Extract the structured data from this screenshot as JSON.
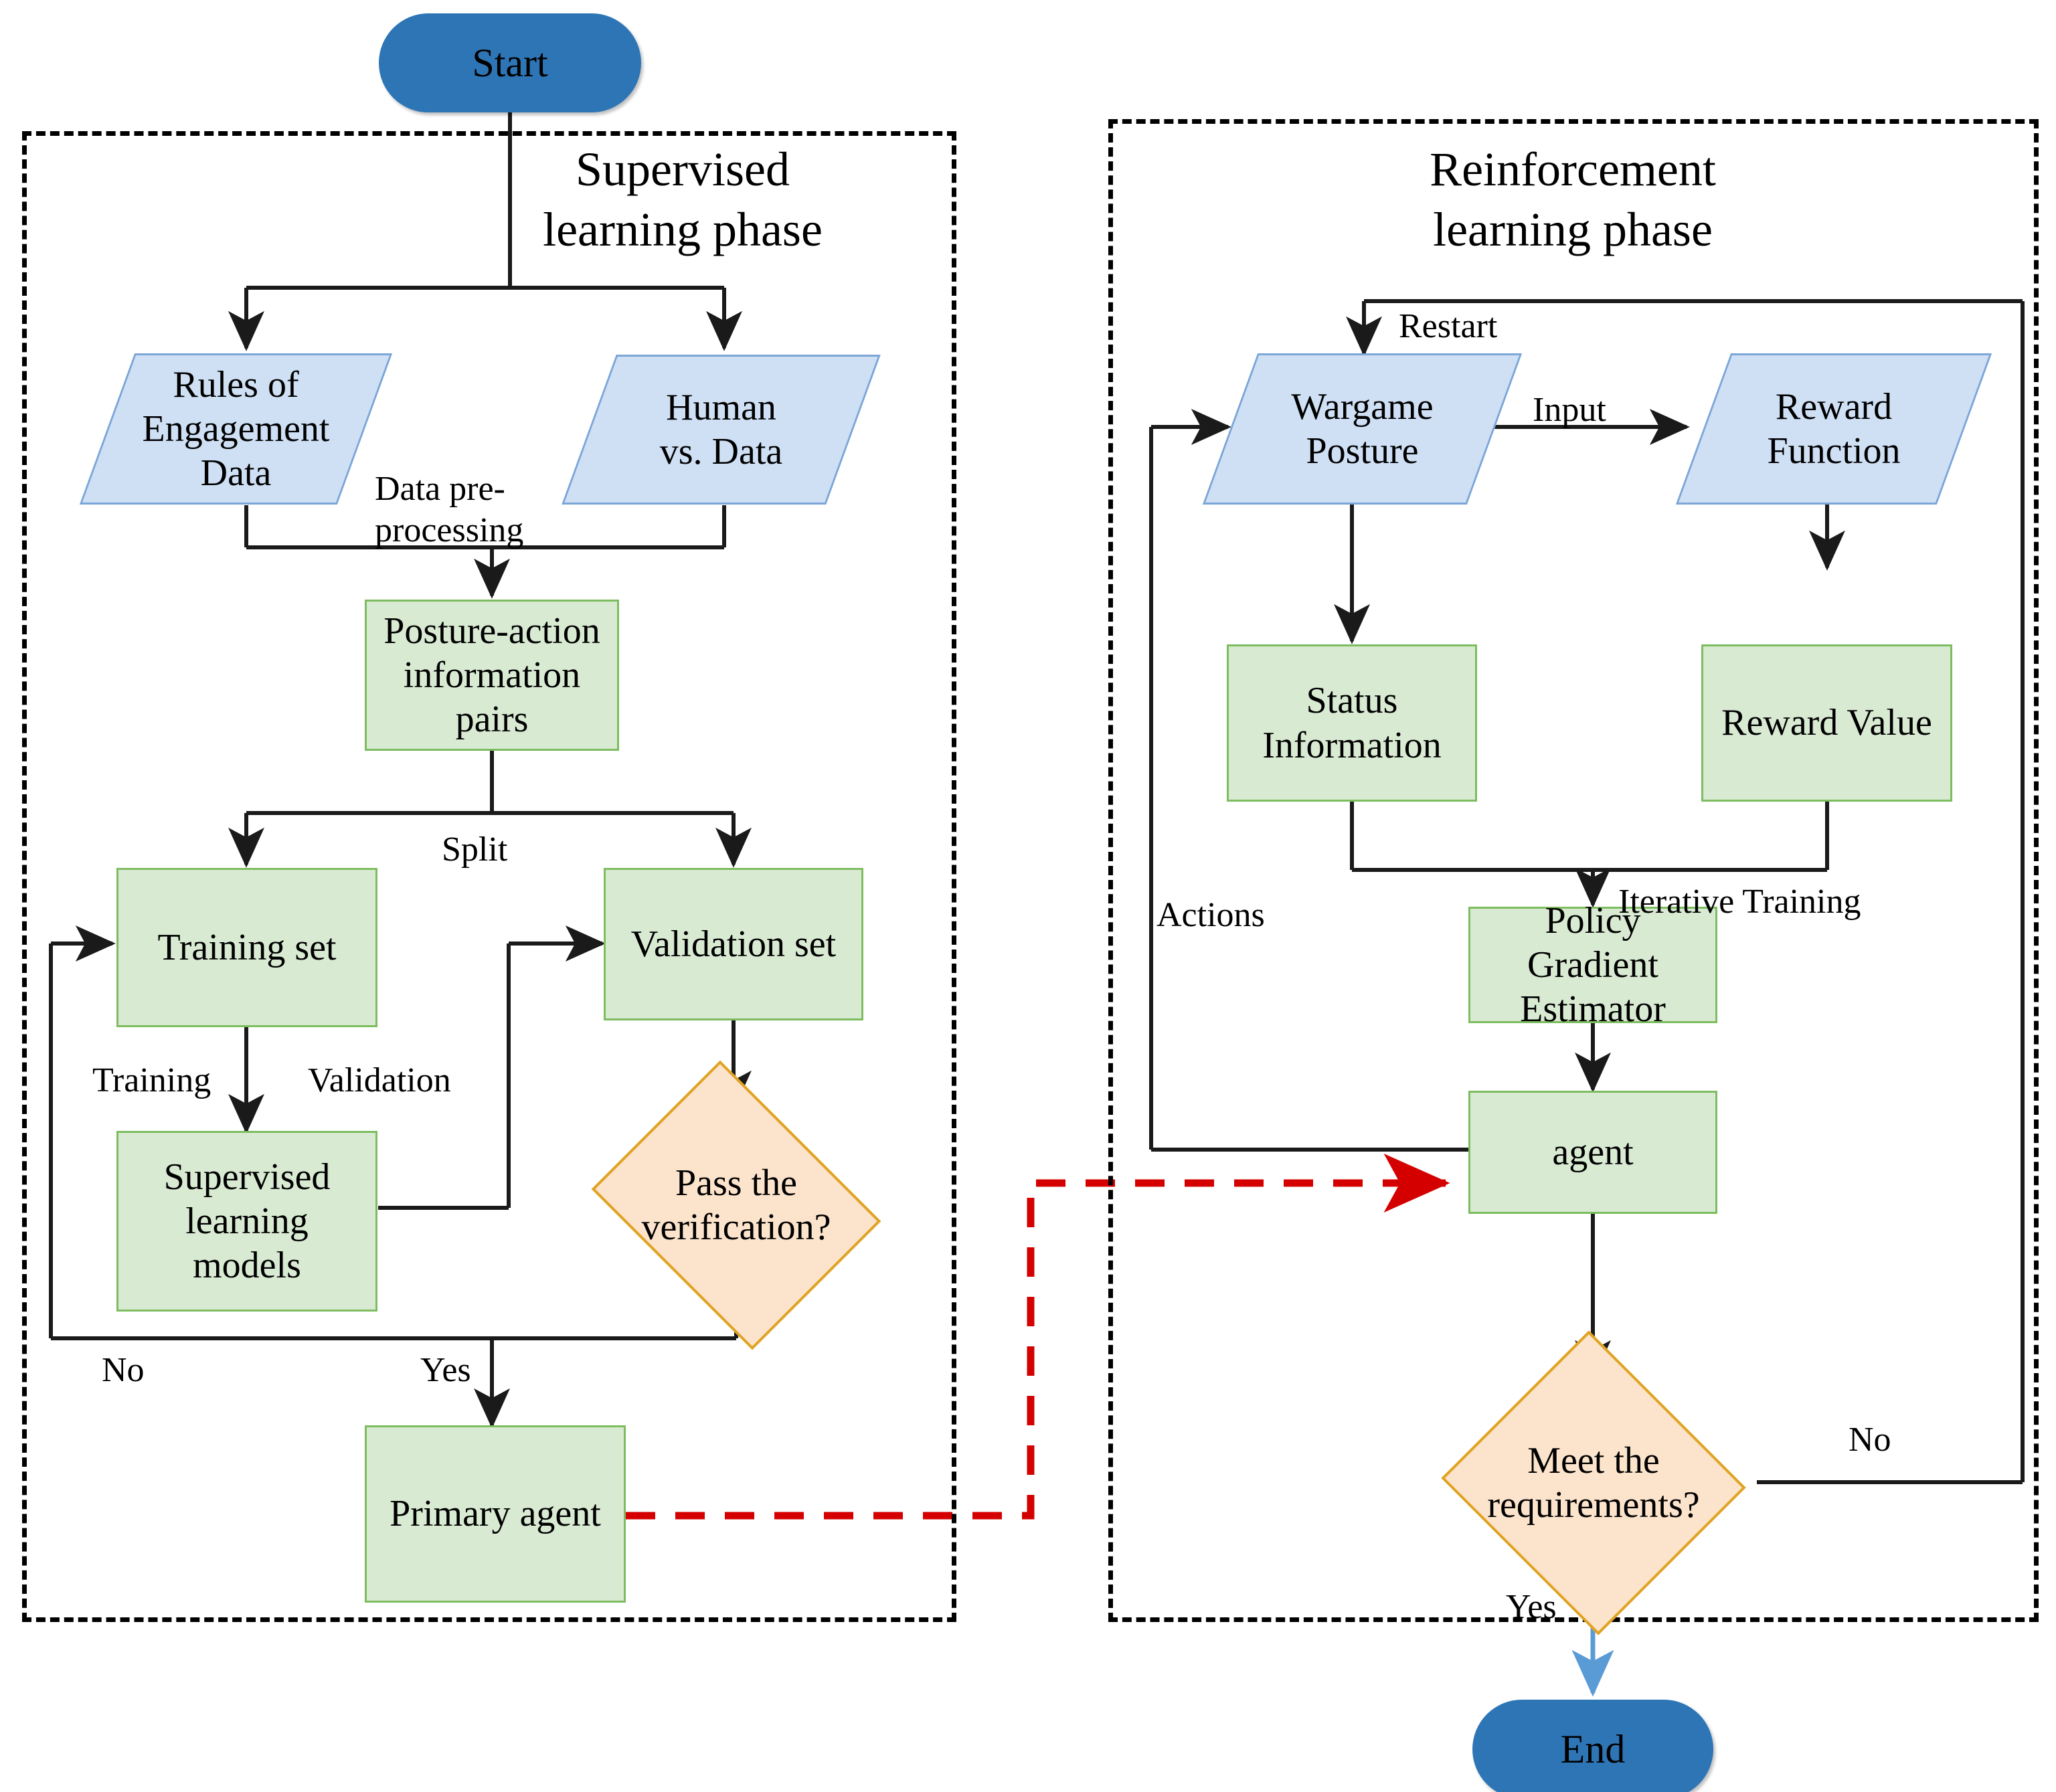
{
  "diagram": {
    "title_left": "Supervised\nlearning phase",
    "title_right": "Reinforcement\nlearning phase",
    "colors": {
      "terminator_fill": "#2e75b6",
      "process_fill": "#d9ead3",
      "process_stroke": "#7dbd60",
      "io_fill": "#cfe0f5",
      "io_stroke": "#7ca6d8",
      "decision_fill": "#fce3cb",
      "decision_stroke": "#e0a323",
      "edge_stroke": "#1a1a1a",
      "transfer_edge": "#d40000",
      "end_edge": "#5b9bd5",
      "phase_border": "#000000"
    }
  },
  "nodes": {
    "start": "Start",
    "rules_of_engagement": "Rules of\nEngagement\nData",
    "human_vs_data": "Human\nvs. Data",
    "posture_action_pairs": "Posture-action\ninformation\npairs",
    "training_set": "Training set",
    "validation_set": "Validation set",
    "supervised_models": "Supervised\nlearning\nmodels",
    "pass_verification": "Pass the\nverification?",
    "primary_agent": "Primary agent",
    "wargame_posture": "Wargame\nPosture",
    "reward_function": "Reward\nFunction",
    "status_information": "Status\nInformation",
    "reward_value": "Reward Value",
    "policy_gradient_estimator": "Policy\nGradient\nEstimator",
    "agent": "agent",
    "meet_requirements": "Meet the\nrequirements?",
    "end": "End"
  },
  "edge_labels": {
    "data_preprocessing": "Data pre-\nprocessing",
    "split": "Split",
    "training": "Training",
    "validation": "Validation",
    "no_left": "No",
    "yes_left": "Yes",
    "restart": "Restart",
    "input": "Input",
    "actions": "Actions",
    "iterative_training": "Iterative Training",
    "no_right": "No",
    "yes_right": "Yes"
  },
  "chart_data": {
    "type": "diagram",
    "title": "Two-phase training workflow: supervised learning phase and reinforcement learning phase",
    "phases": [
      {
        "name": "Supervised learning phase",
        "nodes": [
          {
            "id": "start",
            "label": "Start",
            "shape": "terminator"
          },
          {
            "id": "rules_of_engagement",
            "label": "Rules of Engagement Data",
            "shape": "parallelogram"
          },
          {
            "id": "human_vs_data",
            "label": "Human vs. Data",
            "shape": "parallelogram"
          },
          {
            "id": "posture_action_pairs",
            "label": "Posture-action information pairs",
            "shape": "rectangle"
          },
          {
            "id": "training_set",
            "label": "Training set",
            "shape": "rectangle"
          },
          {
            "id": "validation_set",
            "label": "Validation set",
            "shape": "rectangle"
          },
          {
            "id": "supervised_models",
            "label": "Supervised learning models",
            "shape": "rectangle"
          },
          {
            "id": "pass_verification",
            "label": "Pass the verification?",
            "shape": "diamond"
          },
          {
            "id": "primary_agent",
            "label": "Primary agent",
            "shape": "rectangle"
          }
        ],
        "edges": [
          {
            "from": "start",
            "to": "rules_of_engagement",
            "label": ""
          },
          {
            "from": "start",
            "to": "human_vs_data",
            "label": ""
          },
          {
            "from": "rules_of_engagement",
            "to": "posture_action_pairs",
            "label": "Data pre-processing"
          },
          {
            "from": "human_vs_data",
            "to": "posture_action_pairs",
            "label": "Data pre-processing"
          },
          {
            "from": "posture_action_pairs",
            "to": "training_set",
            "label": "Split"
          },
          {
            "from": "posture_action_pairs",
            "to": "validation_set",
            "label": "Split"
          },
          {
            "from": "training_set",
            "to": "supervised_models",
            "label": "Training"
          },
          {
            "from": "supervised_models",
            "to": "validation_set",
            "label": "Validation"
          },
          {
            "from": "validation_set",
            "to": "pass_verification",
            "label": ""
          },
          {
            "from": "pass_verification",
            "to": "training_set",
            "label": "No"
          },
          {
            "from": "pass_verification",
            "to": "primary_agent",
            "label": "Yes"
          }
        ]
      },
      {
        "name": "Reinforcement learning phase",
        "nodes": [
          {
            "id": "wargame_posture",
            "label": "Wargame Posture",
            "shape": "parallelogram"
          },
          {
            "id": "reward_function",
            "label": "Reward Function",
            "shape": "parallelogram"
          },
          {
            "id": "status_information",
            "label": "Status Information",
            "shape": "rectangle"
          },
          {
            "id": "reward_value",
            "label": "Reward Value",
            "shape": "rectangle"
          },
          {
            "id": "policy_gradient_estimator",
            "label": "Policy Gradient Estimator",
            "shape": "rectangle"
          },
          {
            "id": "agent",
            "label": "agent",
            "shape": "rectangle"
          },
          {
            "id": "meet_requirements",
            "label": "Meet the requirements?",
            "shape": "diamond"
          },
          {
            "id": "end",
            "label": "End",
            "shape": "terminator"
          }
        ],
        "edges": [
          {
            "from": "wargame_posture",
            "to": "reward_function",
            "label": "Input"
          },
          {
            "from": "wargame_posture",
            "to": "status_information",
            "label": ""
          },
          {
            "from": "reward_function",
            "to": "reward_value",
            "label": ""
          },
          {
            "from": "status_information",
            "to": "policy_gradient_estimator",
            "label": "Iterative Training"
          },
          {
            "from": "reward_value",
            "to": "policy_gradient_estimator",
            "label": "Iterative Training"
          },
          {
            "from": "policy_gradient_estimator",
            "to": "agent",
            "label": ""
          },
          {
            "from": "agent",
            "to": "wargame_posture",
            "label": "Actions"
          },
          {
            "from": "agent",
            "to": "meet_requirements",
            "label": ""
          },
          {
            "from": "meet_requirements",
            "to": "wargame_posture",
            "label": "No / Restart"
          },
          {
            "from": "meet_requirements",
            "to": "end",
            "label": "Yes"
          }
        ]
      }
    ],
    "cross_phase_edges": [
      {
        "from": "primary_agent",
        "to": "agent",
        "label": "",
        "style": "red-dashed"
      }
    ]
  }
}
